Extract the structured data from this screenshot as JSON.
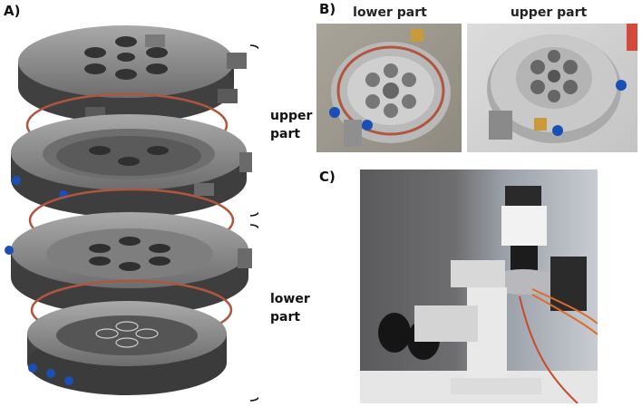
{
  "panels": {
    "a": {
      "label": "A)",
      "upper_label": "upper part",
      "lower_label": "lower part"
    },
    "b": {
      "label": "B)",
      "left_caption": "lower part",
      "right_caption": "upper part"
    },
    "c": {
      "label": "C)"
    }
  },
  "colors": {
    "metal": "#8a8a8a",
    "metal_dark": "#4a4a4a",
    "oring": "#b0563e",
    "fitting_blue": "#1a4fb5",
    "brass": "#c89a3a"
  }
}
